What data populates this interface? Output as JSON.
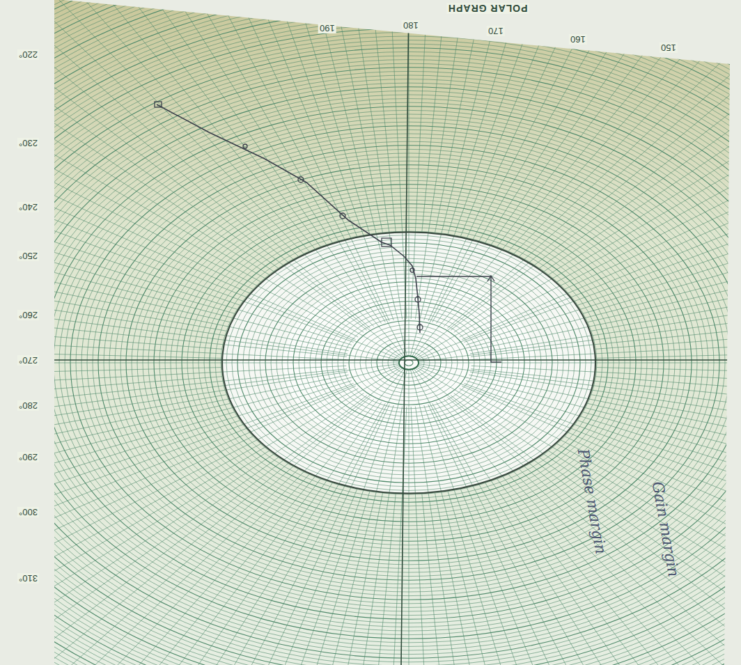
{
  "diagram": {
    "title": "POLAR GRAPH",
    "labels": [
      "220°",
      "230°",
      "240°",
      "250°",
      "260°",
      "270°",
      "280°",
      "290°",
      "300°",
      "310°",
      "190",
      "180",
      "170",
      "160",
      "150",
      "Gain margin",
      "Phase margin"
    ]
  }
}
